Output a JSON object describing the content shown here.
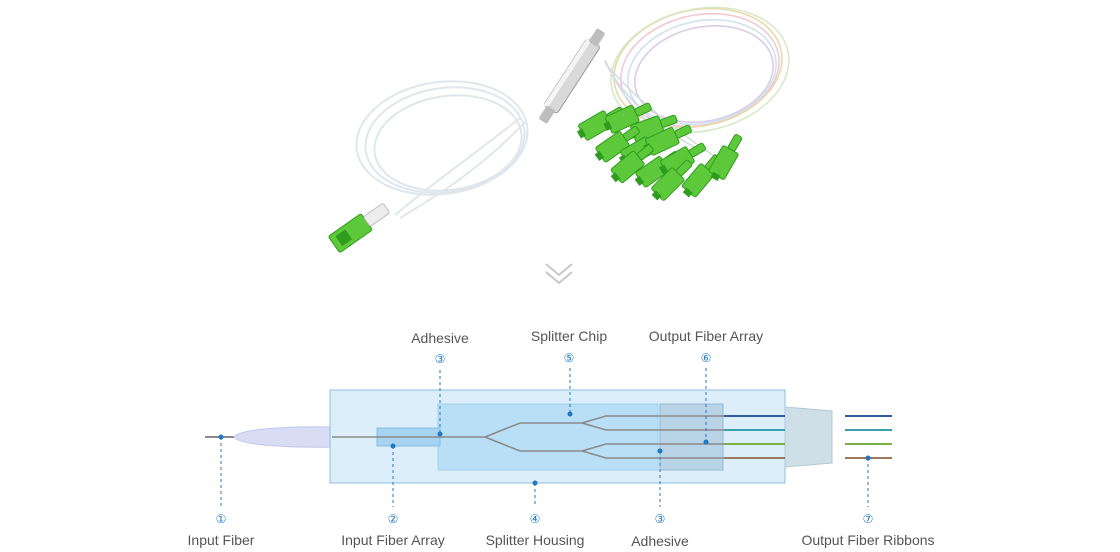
{
  "photo": {
    "subject": "PLC fiber optic splitter with SC/APC connectors",
    "colors": {
      "connector": "#5dc93a",
      "connector_dark": "#2f9c1f",
      "housing": "#d6d6d6",
      "fiber": "#e6eef3"
    }
  },
  "divider": {
    "icon": "double-chevron-down-icon",
    "color": "#c8c8c8"
  },
  "diagram": {
    "colors": {
      "housing_fill": "#dceefa",
      "housing_stroke": "#8ec0e3",
      "chip_fill": "#b9dff6",
      "fiber_line": "#8a8a8a",
      "leader": "#1f78c1",
      "ribbon_colors": [
        "#2f5f9e",
        "#3aa0b0",
        "#7ab046",
        "#a07a5c"
      ]
    },
    "labels": [
      {
        "id": "input-fiber",
        "number": "①",
        "text": "Input Fiber"
      },
      {
        "id": "input-fiber-array",
        "number": "②",
        "text": "Input Fiber Array"
      },
      {
        "id": "adhesive-top",
        "number": "③",
        "text": "Adhesive"
      },
      {
        "id": "splitter-housing",
        "number": "④",
        "text": "Splitter Housing"
      },
      {
        "id": "adhesive-bottom",
        "number": "③",
        "text": "Adhesive"
      },
      {
        "id": "splitter-chip",
        "number": "⑤",
        "text": "Splitter Chip"
      },
      {
        "id": "output-fiber-array",
        "number": "⑥",
        "text": "Output Fiber Array"
      },
      {
        "id": "output-fiber-ribbons",
        "number": "⑦",
        "text": "Output Fiber Ribbons"
      }
    ]
  }
}
